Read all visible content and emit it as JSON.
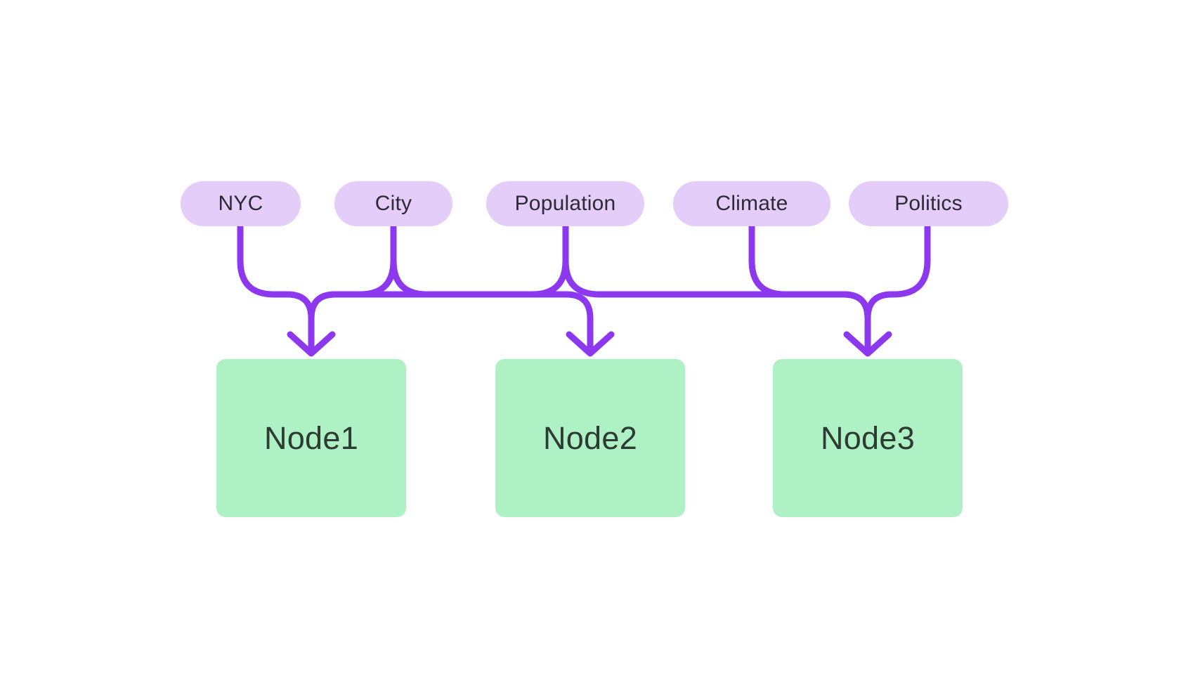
{
  "diagram": {
    "labels": [
      {
        "text": "NYC"
      },
      {
        "text": "City"
      },
      {
        "text": "Population"
      },
      {
        "text": "Climate"
      },
      {
        "text": "Politics"
      }
    ],
    "nodes": [
      {
        "text": "Node1"
      },
      {
        "text": "Node2"
      },
      {
        "text": "Node3"
      }
    ],
    "edges": [
      {
        "from": "NYC",
        "to": "Node1"
      },
      {
        "from": "City",
        "to": "Node1"
      },
      {
        "from": "City",
        "to": "Node2"
      },
      {
        "from": "Population",
        "to": "Node1"
      },
      {
        "from": "Population",
        "to": "Node3"
      },
      {
        "from": "Climate",
        "to": "Node3"
      },
      {
        "from": "Politics",
        "to": "Node3"
      }
    ]
  },
  "colors": {
    "background": "#FFFFFF",
    "pill_bg": "#E4CDF9",
    "pill_text": "#2E2A35",
    "node_bg": "#ADF1C4",
    "node_text": "#2E3B33",
    "edge": "#8C38EF"
  }
}
